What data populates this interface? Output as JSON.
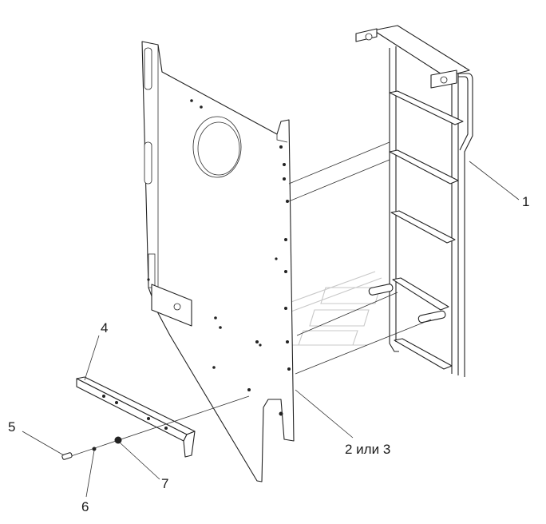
{
  "callouts": {
    "c1": "1",
    "c2": "2 или 3",
    "c4": "4",
    "c5": "5",
    "c6": "6",
    "c7": "7"
  }
}
